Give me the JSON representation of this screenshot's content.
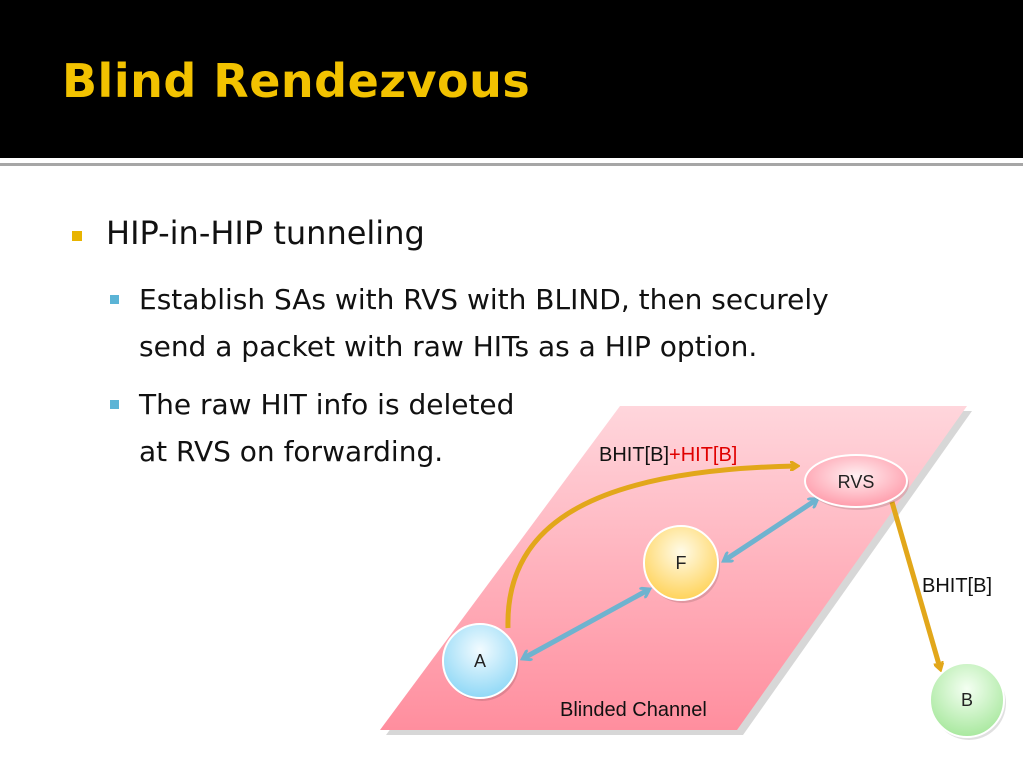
{
  "slide": {
    "title": "Blind Rendezvous",
    "bullets": {
      "l1": "HIP-in-HIP tunneling",
      "l2a_line1": "Establish SAs with RVS with BLIND, then securely",
      "l2a_line2": "send a packet with raw HITs as a HIP option.",
      "l2b_line1": "The raw HIT info is deleted",
      "l2b_line2": "at RVS on forwarding."
    }
  },
  "diagram": {
    "nodes": {
      "rvs": "RVS",
      "f": "F",
      "a": "A",
      "b": "B"
    },
    "labels": {
      "top_part1": "BHIT[B]",
      "top_part2": "+HIT[B]",
      "right": "BHIT[B]",
      "channel": "Blinded Channel"
    }
  },
  "colors": {
    "title": "#f2c200",
    "bullet_l1": "#e8b400",
    "bullet_l2": "#5bb4d6",
    "channel_fill": "#ff9aa8",
    "gold_arrow": "#e2a71a",
    "blue_arrow": "#6fb3cf",
    "highlight_red": "#e00000"
  }
}
